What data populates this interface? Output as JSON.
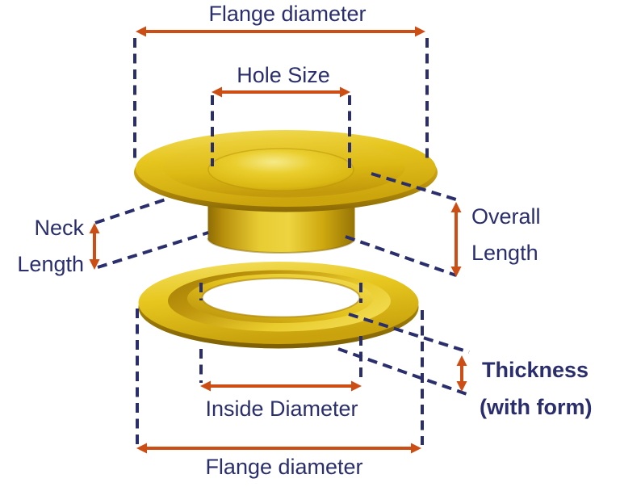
{
  "colors": {
    "navy": "#2A2E6C",
    "orange": "#CC4E14",
    "gold": "#E6C51F",
    "background": "#FFFFFF"
  },
  "labels": {
    "flange_diameter_top": "Flange diameter",
    "hole_size": "Hole Size",
    "neck_line1": "Neck",
    "neck_line2": "Length",
    "overall_line1": "Overall",
    "overall_line2": "Length",
    "inside_diameter": "Inside Diameter",
    "thickness_line1": "Thickness",
    "thickness_line2": "(with form)",
    "flange_diameter_bottom": "Flange diameter"
  }
}
